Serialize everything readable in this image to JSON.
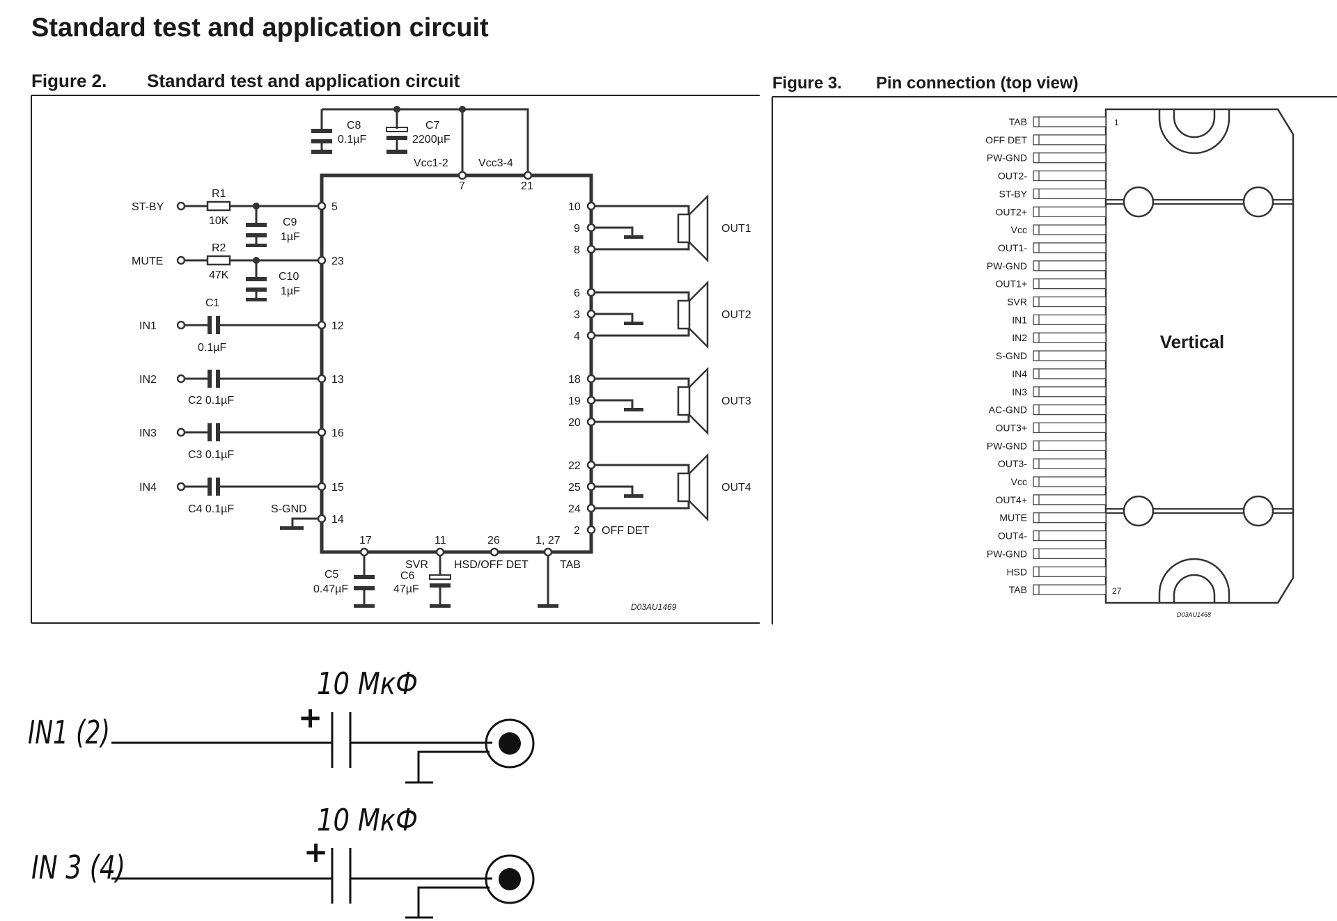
{
  "page": {
    "heading": "Standard test and application circuit"
  },
  "fig2": {
    "number": "Figure 2.",
    "title": "Standard test and application circuit",
    "code": "D03AU1469",
    "supply_left": "Vcc1-2",
    "supply_right": "Vcc3-4",
    "caps_top": [
      {
        "ref": "C8",
        "value": "0.1µF"
      },
      {
        "ref": "C7",
        "value": "2200µF"
      }
    ],
    "top_pins": [
      "7",
      "21"
    ],
    "inputs": [
      {
        "label": "ST-BY",
        "pin": "5",
        "r_ref": "R1",
        "r_value": "10K",
        "c_ref": "C9",
        "c_value": "1µF"
      },
      {
        "label": "MUTE",
        "pin": "23",
        "r_ref": "R2",
        "r_value": "47K",
        "c_ref": "C10",
        "c_value": "1µF"
      },
      {
        "label": "IN1",
        "pin": "12",
        "c_ref": "C1",
        "c_value": "0.1µF"
      },
      {
        "label": "IN2",
        "pin": "13",
        "c_text": "C2 0.1µF"
      },
      {
        "label": "IN3",
        "pin": "16",
        "c_text": "C3 0.1µF"
      },
      {
        "label": "IN4",
        "pin": "15",
        "c_text": "C4 0.1µF"
      }
    ],
    "sgnd": {
      "label": "S-GND",
      "pin": "14"
    },
    "outputs": [
      {
        "label": "OUT1",
        "pins": [
          "10",
          "9",
          "8"
        ]
      },
      {
        "label": "OUT2",
        "pins": [
          "6",
          "3",
          "4"
        ]
      },
      {
        "label": "OUT3",
        "pins": [
          "18",
          "19",
          "20"
        ]
      },
      {
        "label": "OUT4",
        "pins": [
          "22",
          "25",
          "24"
        ]
      }
    ],
    "offdet": {
      "pin": "2",
      "label": "OFF DET"
    },
    "bottom_pins": [
      "17",
      "11",
      "26",
      "1, 27"
    ],
    "bottom_labels": {
      "svr": "SVR",
      "hsd": "HSD/OFF DET",
      "tab": "TAB"
    },
    "c5": {
      "ref": "C5",
      "value": "0.47µF"
    },
    "c6": {
      "ref": "C6",
      "value": "47µF"
    }
  },
  "fig3": {
    "number": "Figure 3.",
    "title": "Pin connection (top view)",
    "package_label": "Vertical",
    "pin_first": "1",
    "pin_last": "27",
    "code": "D03AU1468",
    "pins": [
      "TAB",
      "OFF DET",
      "PW-GND",
      "OUT2-",
      "ST-BY",
      "OUT2+",
      "Vcc",
      "OUT1-",
      "PW-GND",
      "OUT1+",
      "SVR",
      "IN1",
      "IN2",
      "S-GND",
      "IN4",
      "IN3",
      "AC-GND",
      "OUT3+",
      "PW-GND",
      "OUT3-",
      "Vcc",
      "OUT4+",
      "MUTE",
      "OUT4-",
      "PW-GND",
      "HSD",
      "TAB"
    ]
  },
  "handwritten": [
    {
      "input": "IN1 (2)",
      "cap": "10 МкФ",
      "plus": "+"
    },
    {
      "input": "IN 3 (4)",
      "cap": "10 МкФ",
      "plus": "+"
    }
  ]
}
